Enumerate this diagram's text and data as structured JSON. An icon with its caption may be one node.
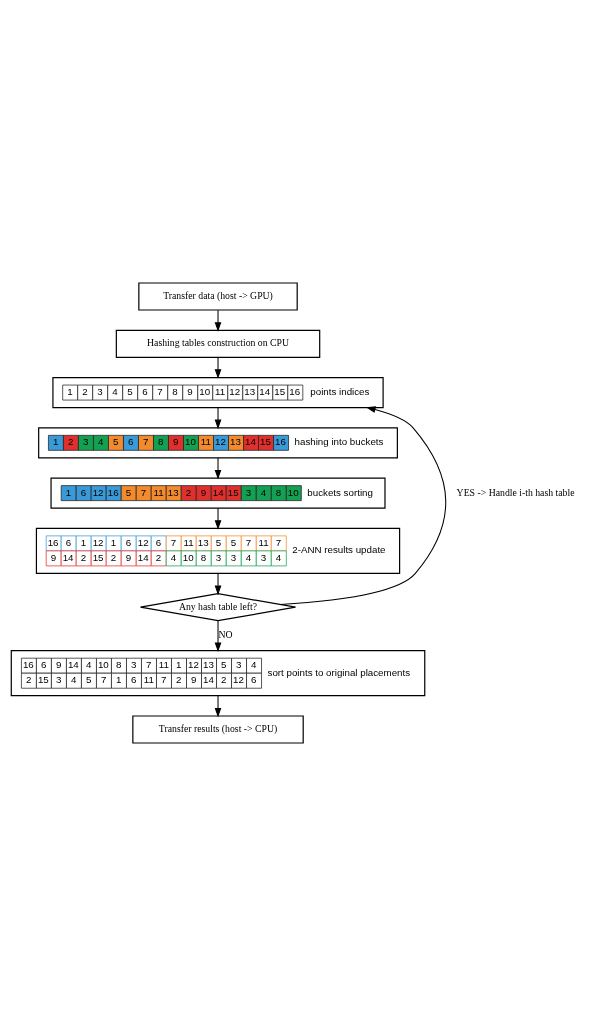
{
  "diagram": {
    "nodes": [
      {
        "text": [
          "Transfer data (host -> GPU)"
        ]
      },
      {
        "text": [
          "Hashing tables construction on CPU"
        ]
      },
      {
        "text": [
          "1",
          "2",
          "3",
          "4",
          "5",
          "6",
          "7",
          "8",
          "9",
          "10",
          "11",
          "12",
          "13",
          "14",
          "15",
          "16",
          "points indices"
        ]
      },
      {
        "text": [
          "1",
          "2",
          "3",
          "4",
          "5",
          "6",
          "7",
          "8",
          "9",
          "10",
          "11",
          "12",
          "13",
          "14",
          "15",
          "16",
          "hashing into buckets"
        ]
      },
      {
        "text": [
          "1",
          "6",
          "12",
          "16",
          "5",
          "7",
          "11",
          "13",
          "2",
          "9",
          "14",
          "15",
          "3",
          "4",
          "8",
          "10",
          "buckets sorting"
        ]
      },
      {
        "text": [
          "16",
          "6",
          "1",
          "12",
          "1",
          "6",
          "12",
          "6",
          "7",
          "11",
          "13",
          "5",
          "5",
          "7",
          "11",
          "7",
          "9",
          "14",
          "2",
          "15",
          "2",
          "9",
          "14",
          "2",
          "4",
          "10",
          "8",
          "3",
          "3",
          "4",
          "3",
          "4",
          "2-ANN results update"
        ]
      },
      {
        "text": [
          "Any hash table left?"
        ]
      },
      {
        "text": [
          "16",
          "6",
          "9",
          "14",
          "4",
          "10",
          "8",
          "3",
          "7",
          "11",
          "1",
          "12",
          "13",
          "5",
          "3",
          "4",
          "2",
          "15",
          "3",
          "4",
          "5",
          "7",
          "1",
          "6",
          "11",
          "7",
          "2",
          "9",
          "14",
          "2",
          "12",
          "6",
          "sort points to original placements"
        ]
      },
      {
        "text": [
          "Transfer results (host -> CPU)"
        ]
      }
    ],
    "edges": [
      {
        "from": 0,
        "to": 1,
        "arrow": "to"
      },
      {
        "from": 1,
        "to": 2,
        "arrow": "to"
      },
      {
        "from": 2,
        "to": 3,
        "arrow": "to"
      },
      {
        "from": 3,
        "to": 4,
        "arrow": "to"
      },
      {
        "from": 4,
        "to": 5,
        "arrow": "to"
      },
      {
        "from": 5,
        "to": 6,
        "arrow": "to"
      },
      {
        "from": 6,
        "to": 2,
        "arrow": "to",
        "label": "YES -> Handle i-th hash table"
      },
      {
        "from": 6,
        "to": 7,
        "arrow": "to",
        "label": "NO"
      },
      {
        "from": 7,
        "to": 8,
        "arrow": "to"
      }
    ]
  }
}
